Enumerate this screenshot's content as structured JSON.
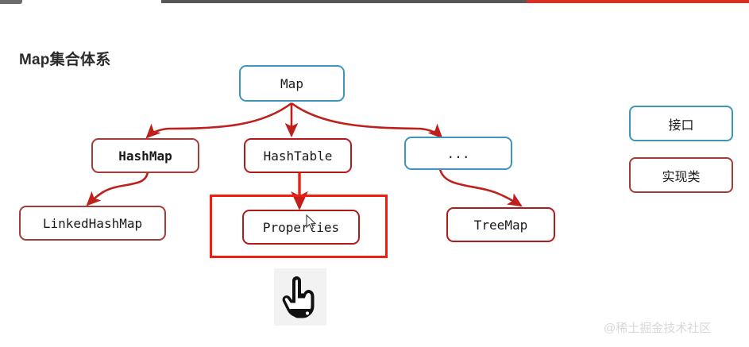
{
  "page": {
    "title": "Map集合体系",
    "watermark": "@稀土掘金技术社区",
    "background_color": "#ffffff"
  },
  "chrome": {
    "topbar_dark_color": "#575757",
    "topbar_red_color": "#d93025"
  },
  "colors": {
    "interface_border": "#3d97b8",
    "implementation_border": "#a23c36",
    "implementation_strong_border": "#b01a18",
    "arrow": "#c0201c",
    "highlight": "#f01e10",
    "text": "#1a1a1a",
    "watermark": "#d8d8d8"
  },
  "diagram": {
    "nodes": [
      {
        "id": "map",
        "label": "Map",
        "kind": "interface",
        "bold": false
      },
      {
        "id": "hashmap",
        "label": "HashMap",
        "kind": "implementation",
        "bold": true
      },
      {
        "id": "hashtable",
        "label": "HashTable",
        "kind": "implementation",
        "bold": false
      },
      {
        "id": "others",
        "label": "...",
        "kind": "interface",
        "bold": false
      },
      {
        "id": "linkedhashmap",
        "label": "LinkedHashMap",
        "kind": "implementation",
        "bold": false
      },
      {
        "id": "properties",
        "label": "Properties",
        "kind": "implementation",
        "bold": false
      },
      {
        "id": "treemap",
        "label": "TreeMap",
        "kind": "implementation",
        "bold": false
      }
    ],
    "edges": [
      {
        "from": "map",
        "to": "hashmap"
      },
      {
        "from": "map",
        "to": "hashtable"
      },
      {
        "from": "map",
        "to": "others"
      },
      {
        "from": "hashmap",
        "to": "linkedhashmap"
      },
      {
        "from": "hashtable",
        "to": "properties"
      },
      {
        "from": "others",
        "to": "treemap"
      }
    ],
    "highlighted_node": "properties"
  },
  "legend": {
    "items": [
      {
        "id": "interface",
        "label": "接口",
        "kind": "interface"
      },
      {
        "id": "implementation",
        "label": "实现类",
        "kind": "implementation"
      }
    ]
  },
  "cursor": {
    "hand_icon": "pointing-hand-icon",
    "arrow_icon": "mouse-arrow-icon"
  }
}
